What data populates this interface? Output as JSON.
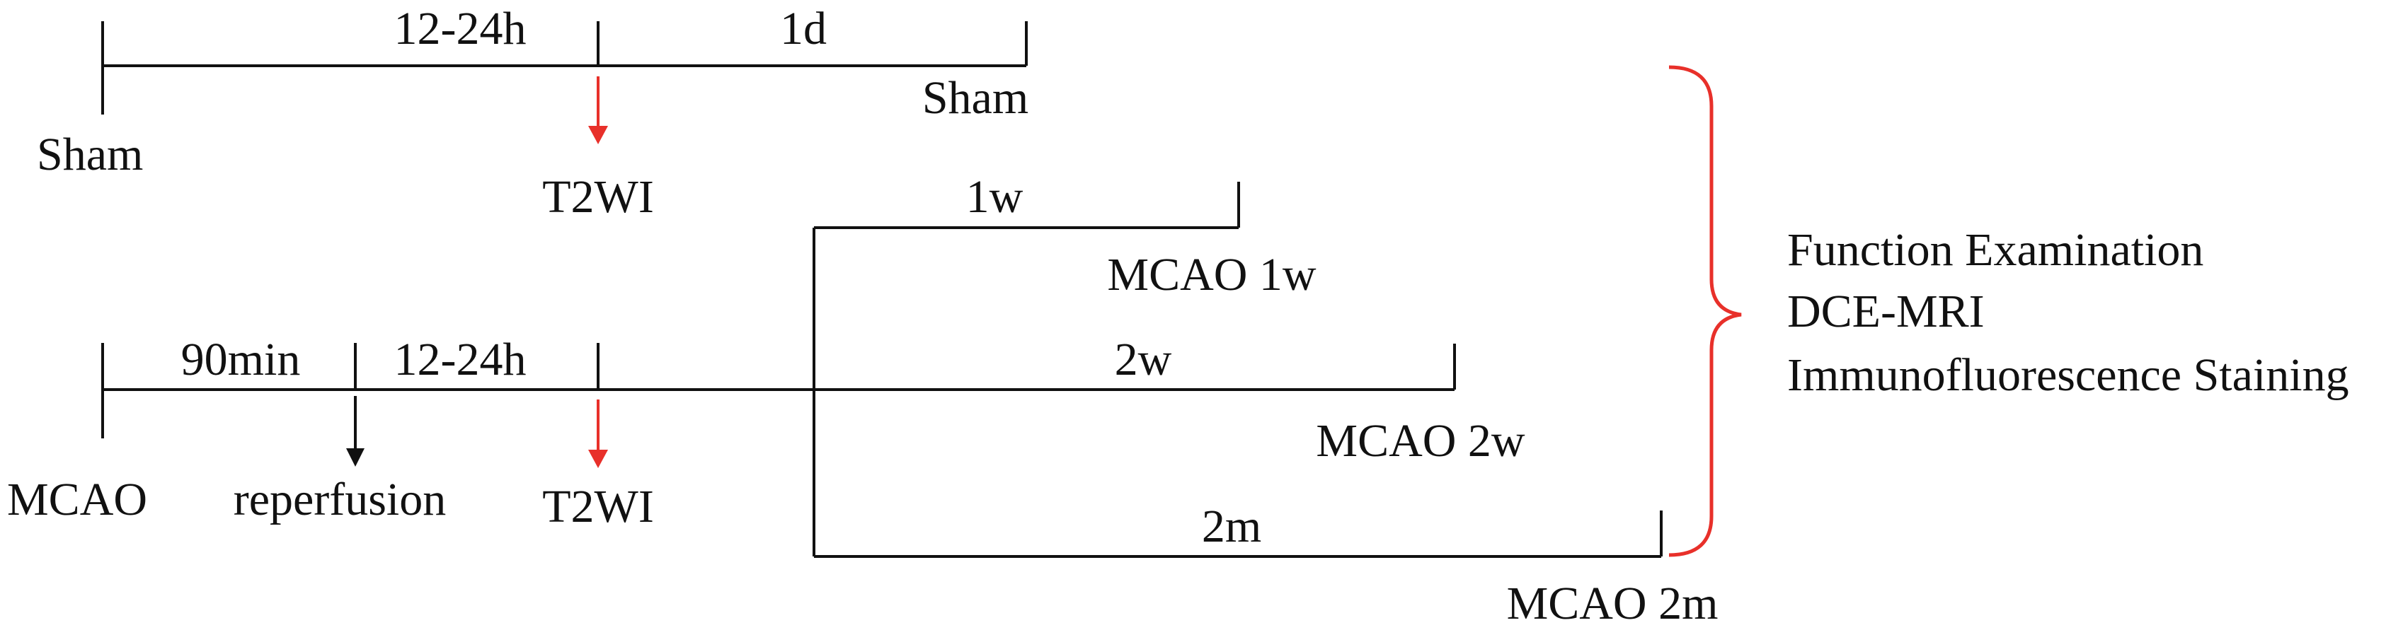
{
  "sham_timeline": {
    "start_label": "Sham",
    "interval_1": "12-24h",
    "interval_2": "1d",
    "imaging_label": "T2WI",
    "end_label": "Sham"
  },
  "mcao_timeline": {
    "start_label": "MCAO",
    "interval_1": "90min",
    "reperfusion_label": "reperfusion",
    "interval_2": "12-24h",
    "imaging_label": "T2WI",
    "branches": [
      {
        "duration": "1w",
        "end_label": "MCAO 1w"
      },
      {
        "duration": "2w",
        "end_label": "MCAO 2w"
      },
      {
        "duration": "2m",
        "end_label": "MCAO 2m"
      }
    ]
  },
  "analyses": [
    "Function Examination",
    "DCE-MRI",
    "Immunofluorescence Staining"
  ],
  "colors": {
    "line": "#111111",
    "accent": "#e8302a"
  }
}
